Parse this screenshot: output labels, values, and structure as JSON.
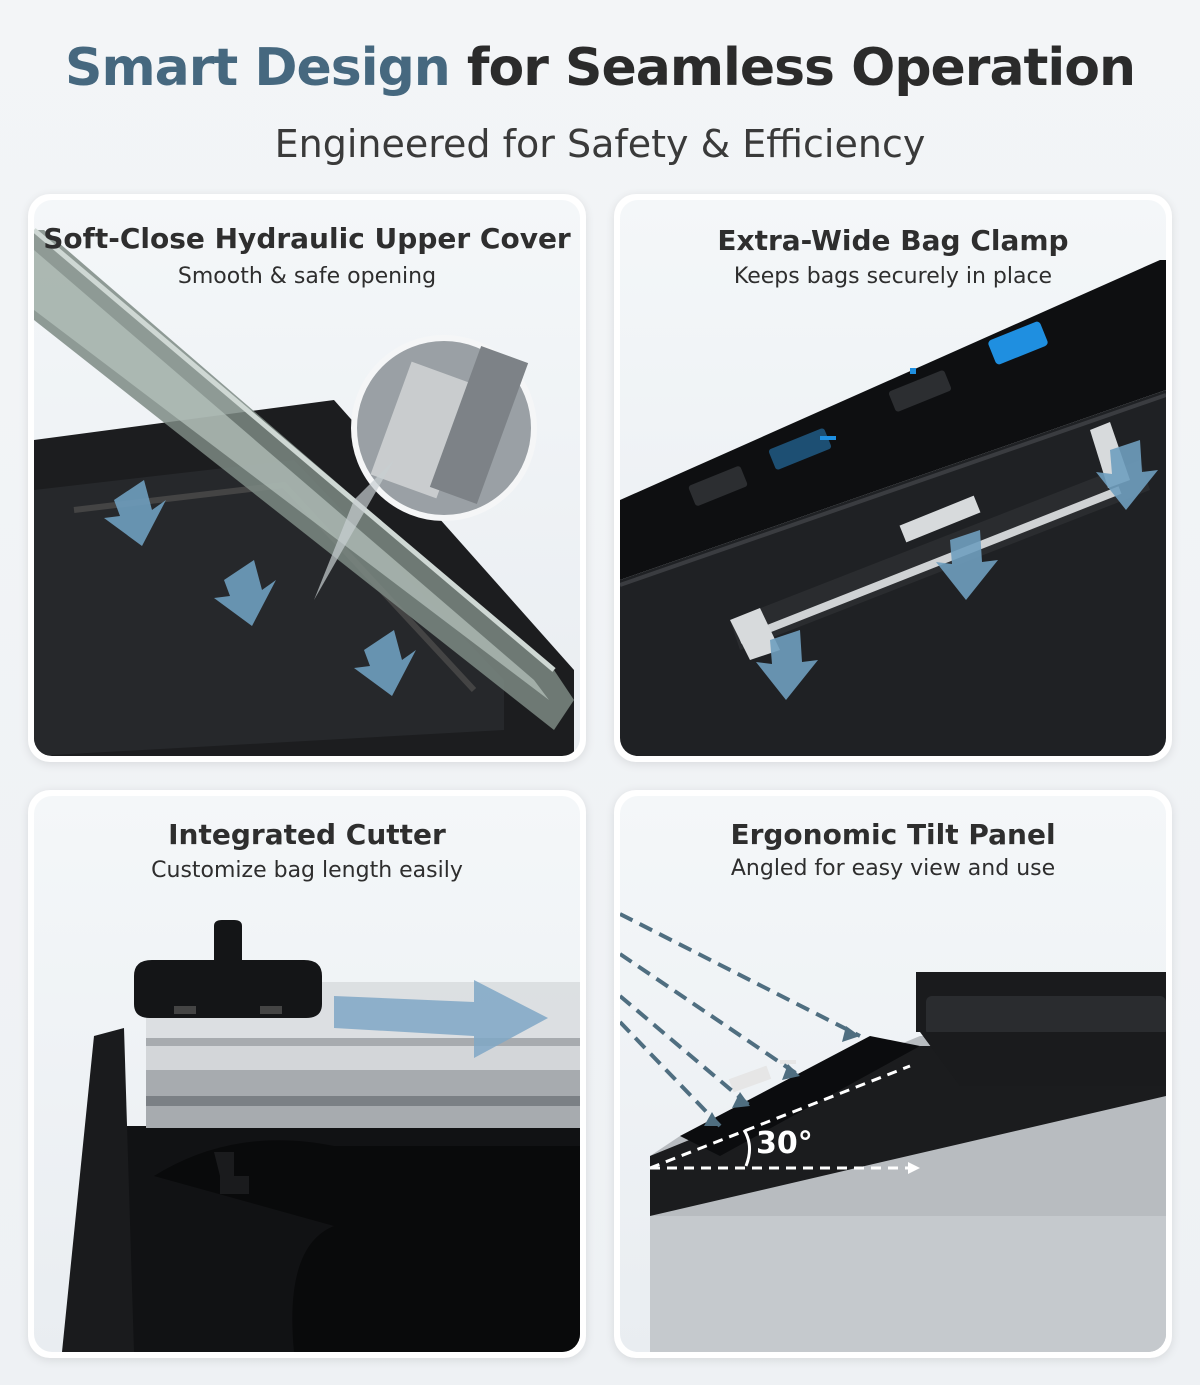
{
  "header": {
    "title_accent": "Smart Design",
    "title_rest": "for Seamless Operation",
    "subtitle": "Engineered for Safety & Efficiency"
  },
  "features": [
    {
      "title": "Soft-Close Hydraulic Upper Cover",
      "subtitle": "Smooth & safe opening"
    },
    {
      "title": "Extra-Wide Bag Clamp",
      "subtitle": "Keeps bags securely in place"
    },
    {
      "title": "Integrated Cutter",
      "subtitle": "Customize bag length easily"
    },
    {
      "title": "Ergonomic Tilt Panel",
      "subtitle": "Angled for easy view and use",
      "angle_label": "30°"
    }
  ],
  "colors": {
    "accent": "#46687f",
    "text": "#2b2b2b",
    "arrow_blue": "#6f9fbf",
    "panel_blue": "#1f8fe0"
  }
}
